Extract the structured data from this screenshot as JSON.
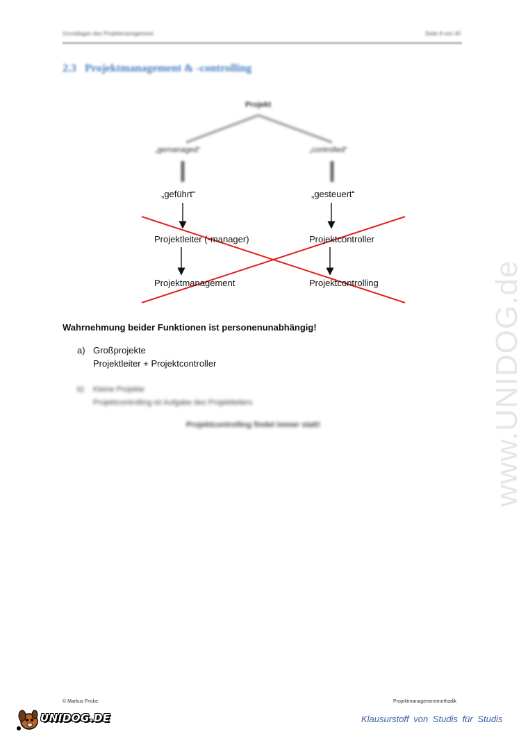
{
  "header": {
    "left_text": "Grundlagen des Projektmanagement",
    "right_text": "Seite 8 von 40"
  },
  "section": {
    "number": "2.3",
    "title": "Projektmanagement & -controlling"
  },
  "diagram": {
    "root": "Projekt",
    "left_branch": {
      "term": "„gemanaged“",
      "meaning": "„geführt“",
      "role": "Projektleiter (-manager)",
      "function": "Projektmanagement"
    },
    "right_branch": {
      "term": "„controlled“",
      "meaning": "„gesteuert“",
      "role": "Projektcontroller",
      "function": "Projektcontrolling"
    },
    "cross_color": "#e02020"
  },
  "note": "Wahrnehmung beider Funktionen ist personenunabhängig!",
  "items": [
    {
      "label": "a)",
      "line1": "Großprojekte",
      "line2": "Projektleiter + Projektcontroller"
    },
    {
      "label": "b)",
      "line1": "Kleine Projekte",
      "line2": "Projektcontrolling ist Aufgabe des Projektleiters"
    }
  ],
  "centered_note": "Projektcontrolling findet immer statt!",
  "footer": {
    "left": "© Markus Fricke",
    "right": "Projektmanagementmethodik"
  },
  "branding": {
    "logo_text": "UNIDOG.DE",
    "tagline": "Klausurstoff von Studis für Studis",
    "watermark": "www.UNIDOG.de",
    "tagline_color": "#3b5fa6"
  }
}
